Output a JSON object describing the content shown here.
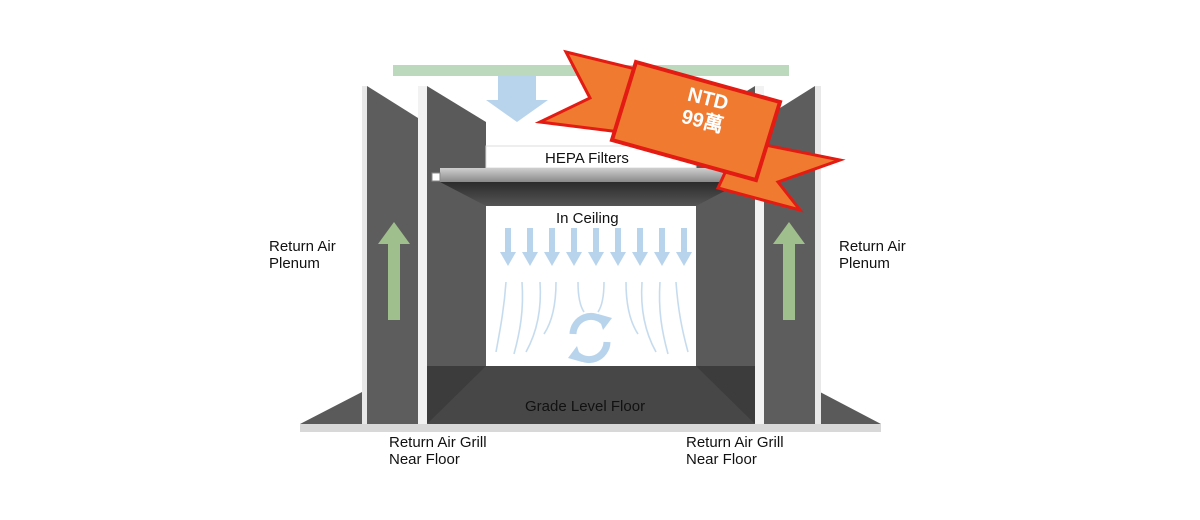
{
  "diagram": {
    "hepa_label": "HEPA Filters",
    "ceiling_label": "In Ceiling",
    "floor_label": "Grade Level Floor",
    "left_plenum": {
      "line1": "Return Air",
      "line2": "Plenum"
    },
    "right_plenum": {
      "line1": "Return Air",
      "line2": "Plenum"
    },
    "left_grill": {
      "line1": "Return Air Grill",
      "line2": "Near Floor"
    },
    "right_grill": {
      "line1": "Return Air Grill",
      "line2": "Near Floor"
    }
  },
  "badge": {
    "line1": "NTD",
    "line2": "99萬"
  },
  "colors": {
    "wall": "#5c5c5c",
    "wall_dark": "#3a3a3a",
    "floor": "#4a4a4a",
    "airflow_blue": "#b8d4ec",
    "return_green": "#9fbf8c",
    "duct_green": "#bcd9bd",
    "ribbon_orange": "#ef7a30",
    "ribbon_red": "#e31b12"
  }
}
